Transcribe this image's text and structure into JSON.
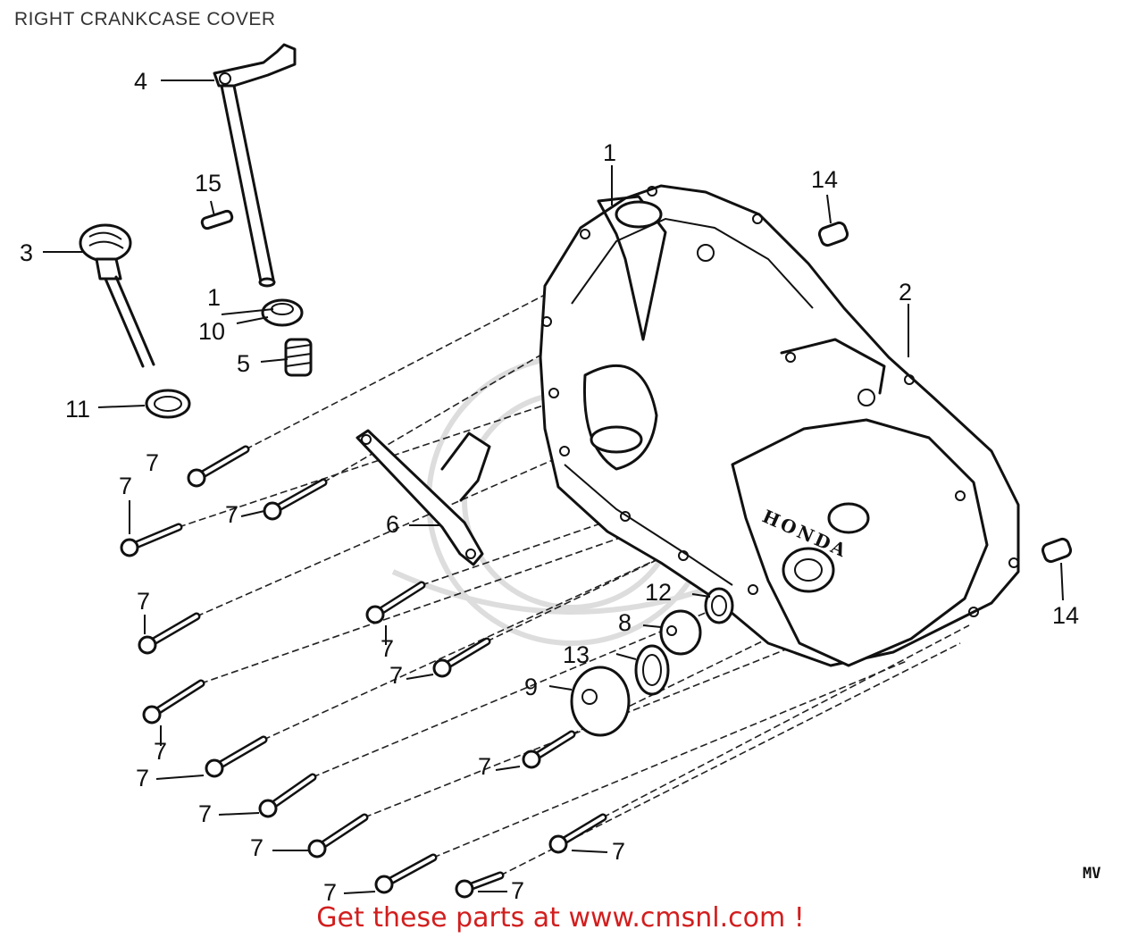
{
  "title": "RIGHT CRANKCASE COVER",
  "diagram_code": "MV",
  "promo_text": "Get these parts at www.cmsnl.com !",
  "promo_color": "#d21e1e",
  "stamp_text": "HONDA",
  "callouts": [
    "1",
    "1",
    "2",
    "3",
    "4",
    "5",
    "6",
    "7",
    "8",
    "9",
    "10",
    "11",
    "12",
    "13",
    "14",
    "14",
    "15"
  ]
}
